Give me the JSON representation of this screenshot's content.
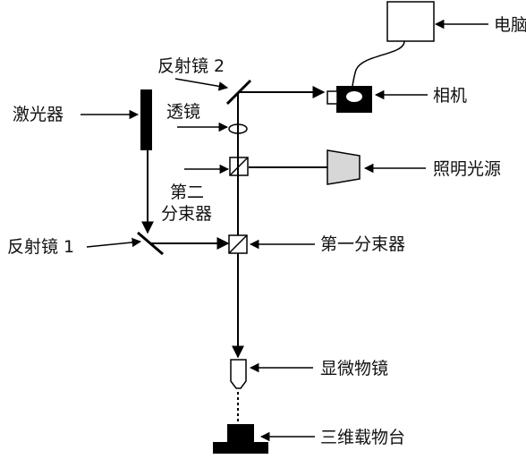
{
  "labels": {
    "computer": "电脑",
    "mirror2": "反射镜 2",
    "camera": "相机",
    "laser": "激光器",
    "lens": "透镜",
    "illumination": "照明光源",
    "splitter2_line1": "第二",
    "splitter2_line2": "分束器",
    "mirror1": "反射镜 1",
    "splitter1": "第一分束器",
    "objective": "显微物镜",
    "stage": "三维载物台"
  }
}
